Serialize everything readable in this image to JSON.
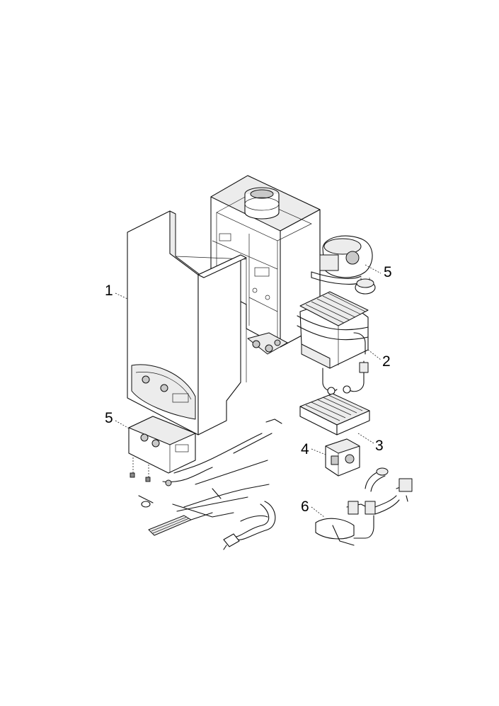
{
  "callouts": {
    "casing": "1",
    "fan": "5",
    "heat_exchanger": "2",
    "control_box": "5",
    "burner": "3",
    "gas_valve": "4",
    "hydraulic_group": "6"
  }
}
